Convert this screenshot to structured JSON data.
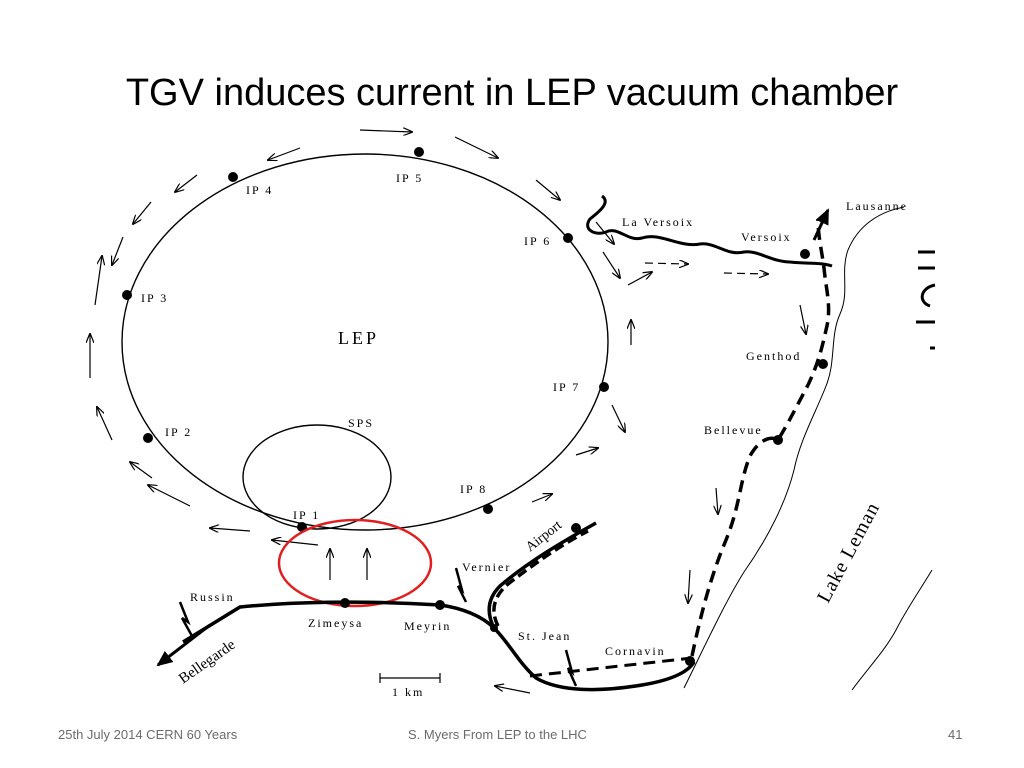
{
  "title": "TGV induces current in LEP vacuum chamber",
  "labels": {
    "lep": "LEP",
    "sps": "SPS",
    "ip1": "IP 1",
    "ip2": "IP 2",
    "ip3": "IP 3",
    "ip4": "IP 4",
    "ip5": "IP 5",
    "ip6": "IP 6",
    "ip7": "IP 7",
    "ip8": "IP 8",
    "lausanne": "Lausanne",
    "la_versoix": "La Versoix",
    "versoix": "Versoix",
    "genthod": "Genthod",
    "bellevue": "Bellevue",
    "lake_leman": "Lake Leman",
    "airport": "Airport",
    "vernier": "Vernier",
    "russin": "Russin",
    "zimeysa": "Zimeysa",
    "meyrin": "Meyrin",
    "st_jean": "St. Jean",
    "cornavin": "Cornavin",
    "bellegarde": "Bellegarde",
    "scale": "1 km"
  },
  "colors": {
    "highlight": "#e02020",
    "footer": "#6b6b6b"
  },
  "footer": {
    "date": "25th July 2014 CERN 60 Years",
    "center": "S. Myers From LEP to the LHC",
    "page": "41"
  }
}
